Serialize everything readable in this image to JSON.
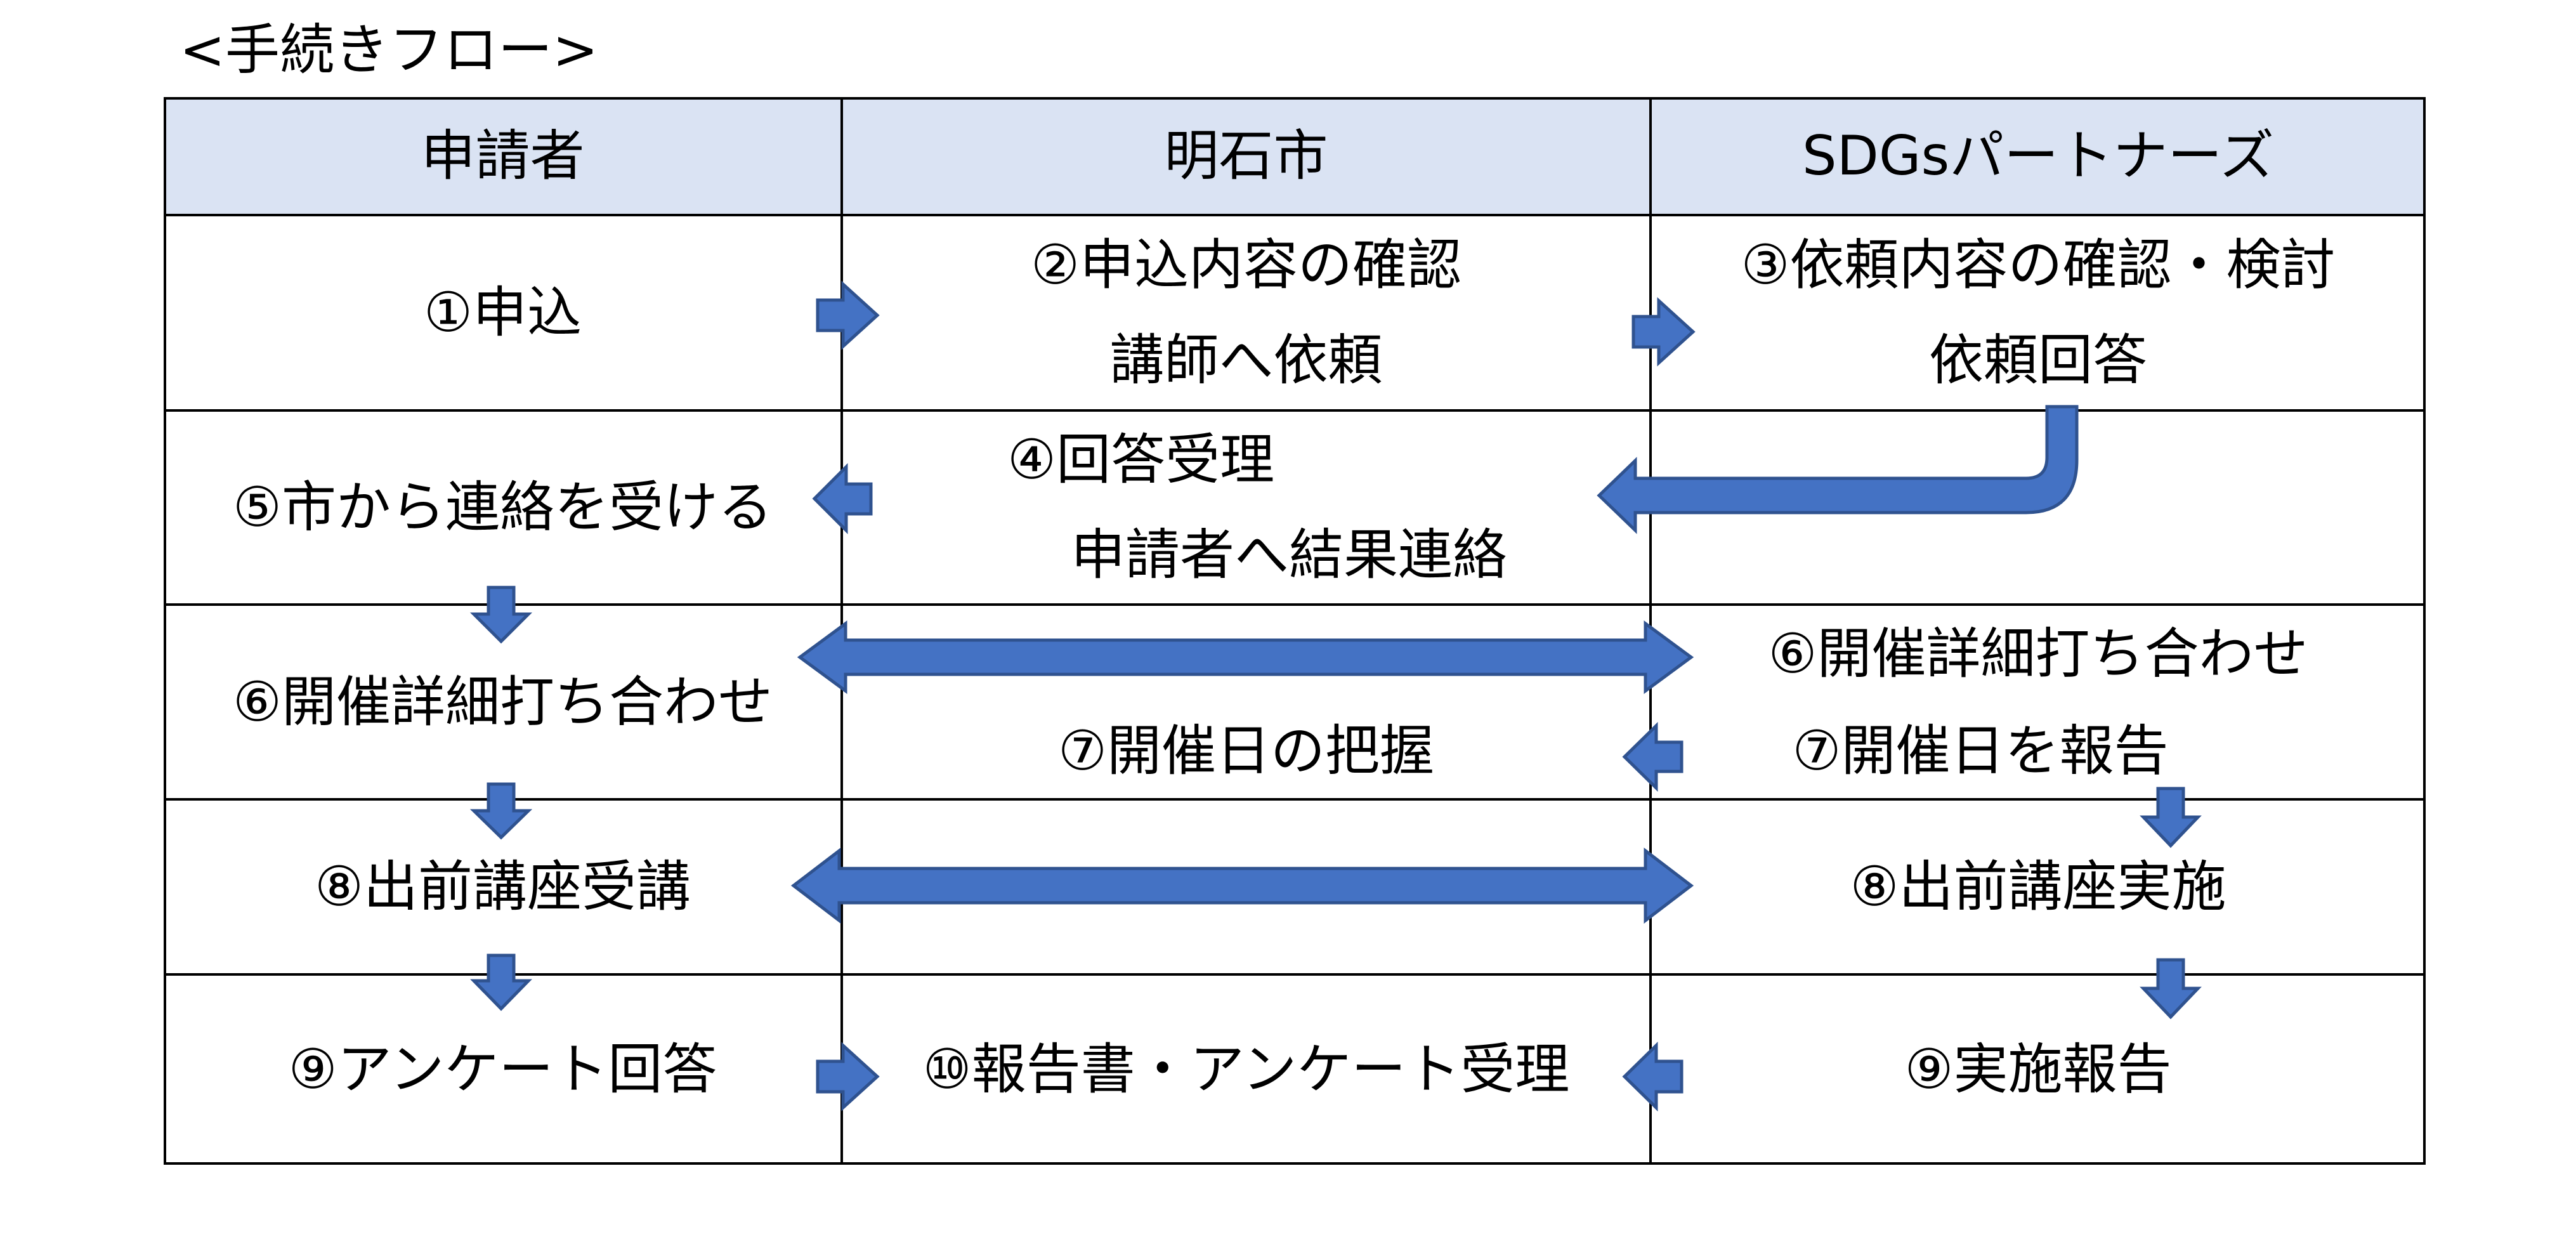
{
  "title": "<手続きフロー>",
  "header": {
    "col1": "申請者",
    "col2": "明石市",
    "col3": "SDGsパートナーズ"
  },
  "steps": {
    "s1_apply": "①申込",
    "s2_line1": "②申込内容の確認",
    "s2_line2": "講師へ依頼",
    "s3_line1": "③依頼内容の確認・検討",
    "s3_line2": "依頼回答",
    "s4_line1": "④回答受理",
    "s4_line2": "申請者へ結果連絡",
    "s5_contact": "⑤市から連絡を受ける",
    "s6_applicant": "⑥開催詳細打ち合わせ",
    "s6_partner": "⑥開催詳細打ち合わせ",
    "s7_city": "⑦開催日の把握",
    "s7_partner": "⑦開催日を報告",
    "s8_applicant": "⑧出前講座受講",
    "s8_partner": "⑧出前講座実施",
    "s9_applicant": "⑨アンケート回答",
    "s10_city": "⑩報告書・アンケート受理",
    "s9_partner": "⑨実施報告"
  },
  "colors": {
    "header_bg": "#DAE3F3",
    "arrow_fill": "#4472C4",
    "arrow_stroke": "#2F528F",
    "grid": "#000000"
  },
  "icons": {
    "arrow": "block-arrow",
    "double_arrow": "double-headed-block-arrow",
    "bent_arrow": "bent-block-arrow"
  }
}
